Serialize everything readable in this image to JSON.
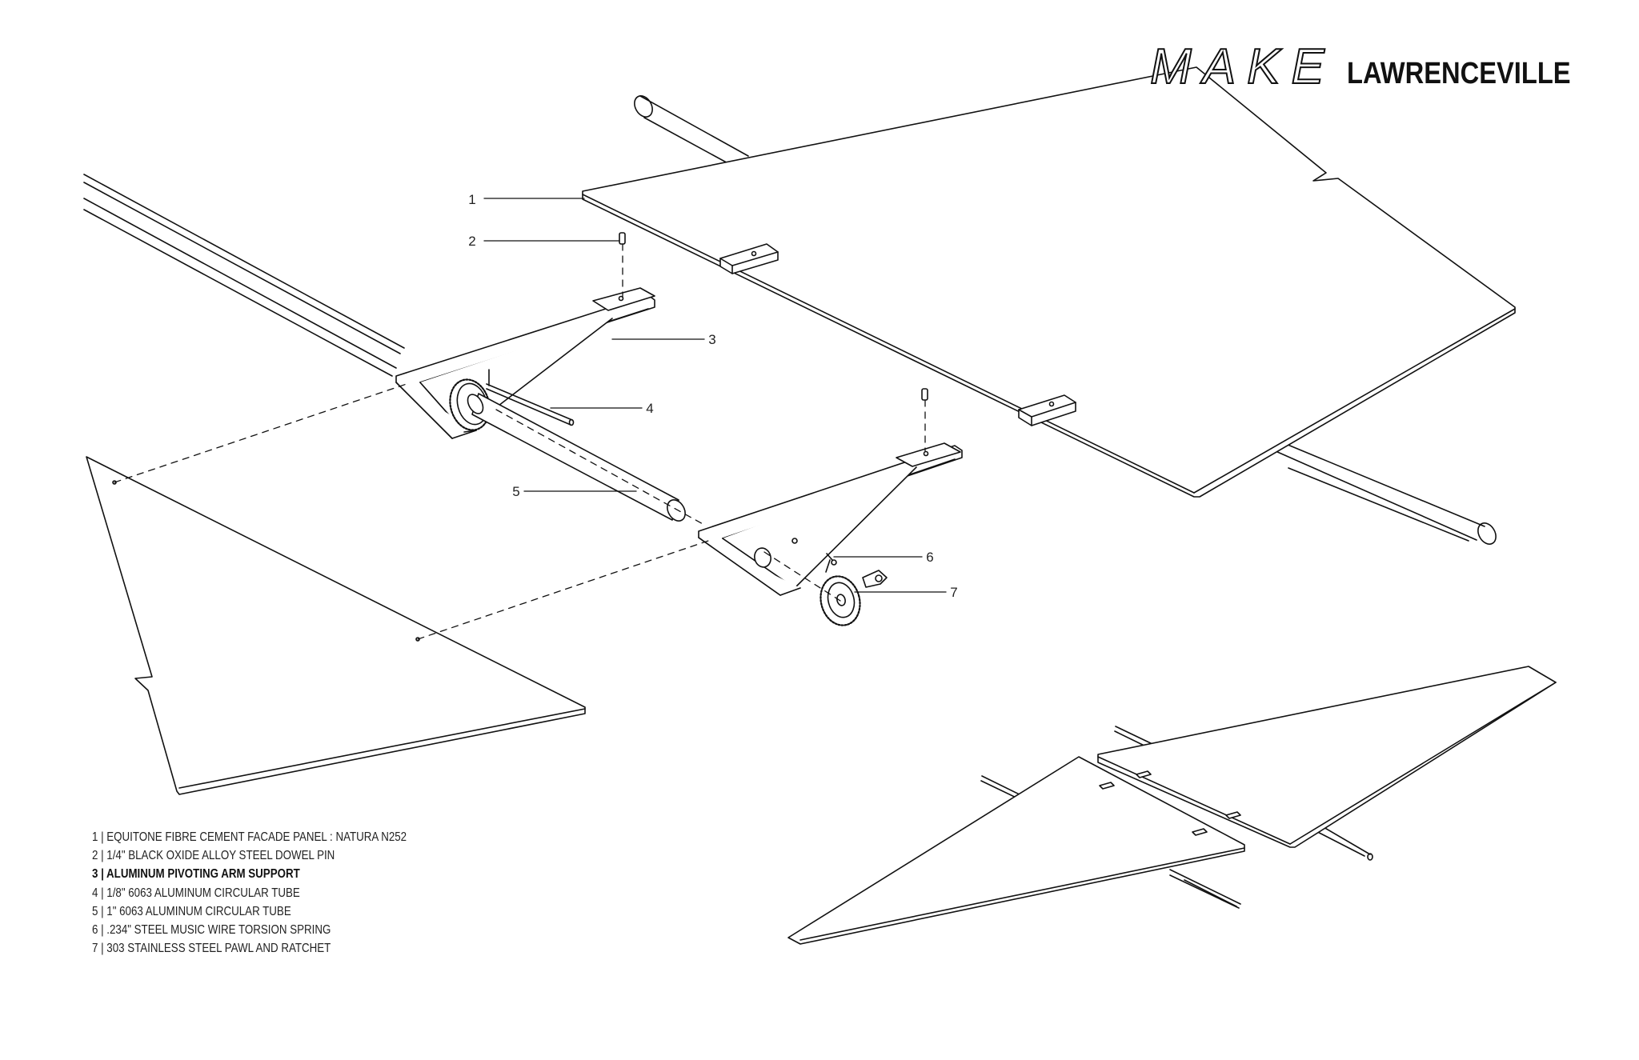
{
  "title": {
    "make": "MAKE",
    "place": "LAWRENCEVILLE"
  },
  "callouts": [
    "1",
    "2",
    "3",
    "4",
    "5",
    "6",
    "7"
  ],
  "legend": [
    {
      "text": "1 | EQUITONE FIBRE CEMENT FACADE PANEL : NATURA N252",
      "bold": false
    },
    {
      "text": "2 | 1/4\" BLACK OXIDE ALLOY STEEL DOWEL PIN",
      "bold": false
    },
    {
      "text": "3 | ALUMINUM PIVOTING ARM SUPPORT",
      "bold": true
    },
    {
      "text": "4 | 1/8\" 6063 ALUMINUM CIRCULAR TUBE",
      "bold": false
    },
    {
      "text": "5 | 1\" 6063 ALUMINUM CIRCULAR TUBE",
      "bold": false
    },
    {
      "text": "6 | .234\" STEEL MUSIC WIRE TORSION SPRING",
      "bold": false
    },
    {
      "text": "7 | 303 STAINLESS STEEL PAWL AND RATCHET",
      "bold": false
    }
  ],
  "colors": {
    "line": "#111111",
    "background": "#ffffff"
  }
}
